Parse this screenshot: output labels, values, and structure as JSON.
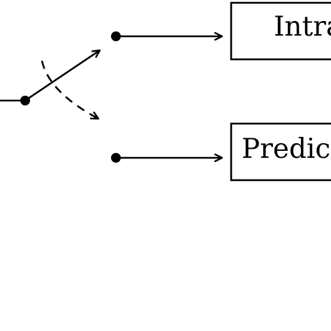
{
  "diagram": {
    "blocks": [
      {
        "id": "top",
        "label": "Intra"
      },
      {
        "id": "bottom",
        "label": "Predict"
      }
    ],
    "switch": {
      "solid_arrow": "solid",
      "dashed_arrow": "dashed"
    },
    "colors": {
      "stroke": "#000000",
      "background": "#ffffff"
    }
  }
}
